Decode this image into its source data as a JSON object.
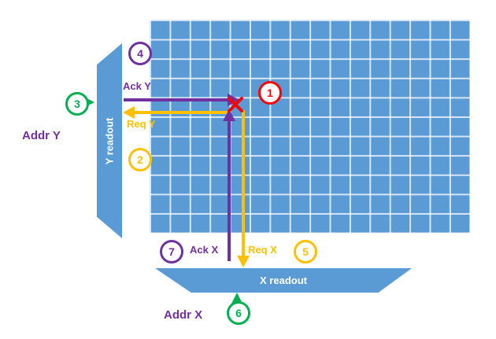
{
  "colors": {
    "blue": "#5b9bd5",
    "purple": "#7030a0",
    "yellow": "#ffc000",
    "green": "#00b050",
    "red": "#ff0000"
  },
  "readouts": {
    "y_label": "Y readout",
    "x_label": "X readout"
  },
  "signals": {
    "ack_y": "Ack Y",
    "req_y": "Req Y",
    "ack_x": "Ack X",
    "req_x": "Req X"
  },
  "addresses": {
    "addr_y": "Addr Y",
    "addr_x": "Addr X"
  },
  "steps": [
    {
      "number": "1",
      "color": "#ff0000"
    },
    {
      "number": "2",
      "color": "#ffc000"
    },
    {
      "number": "3",
      "color": "#00b050"
    },
    {
      "number": "4",
      "color": "#7030a0"
    },
    {
      "number": "5",
      "color": "#ffc000"
    },
    {
      "number": "6",
      "color": "#00b050"
    },
    {
      "number": "7",
      "color": "#7030a0"
    }
  ]
}
